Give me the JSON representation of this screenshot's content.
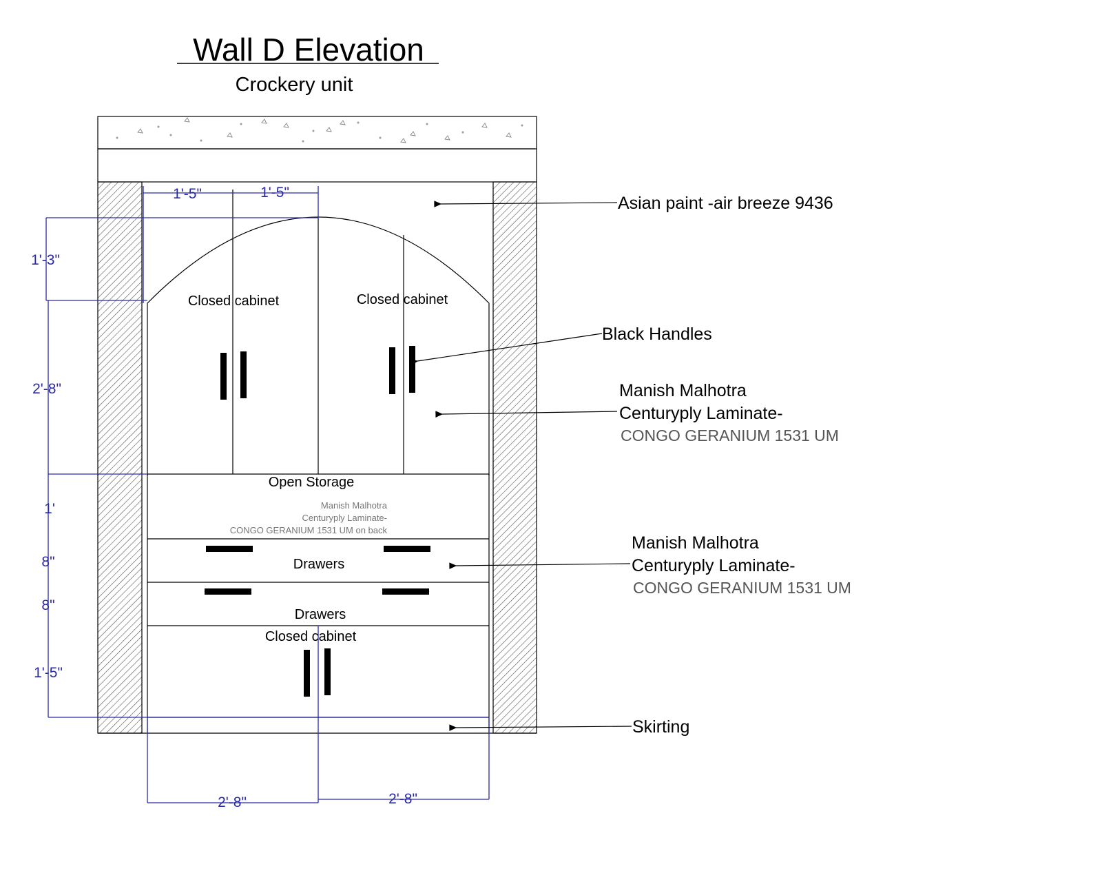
{
  "header": {
    "title": "Wall D Elevation",
    "subtitle": "Crockery unit"
  },
  "cabinet_labels": {
    "upper_left": "Closed cabinet",
    "upper_right": "Closed cabinet",
    "open_storage": "Open Storage",
    "open_note_1": "Manish Malhotra",
    "open_note_2": "Centuryply Laminate-",
    "open_note_3": "CONGO GERANIUM 1531 UM on back",
    "drawer_1": "Drawers",
    "drawer_2": "Drawers",
    "lower_cabinet": "Closed cabinet"
  },
  "dimensions": {
    "top_left": "1'-5\"",
    "top_right": "1'-5\"",
    "arch": "1'-3\"",
    "upper": "2'-8\"",
    "open": "1'",
    "drawer_1": "8\"",
    "drawer_2": "8\"",
    "lower": "1'-5\"",
    "bottom_left": "2'-8\"",
    "bottom_right": "2'-8\""
  },
  "callouts": {
    "paint": "Asian paint -air breeze 9436",
    "handles": "Black Handles",
    "laminate_1_line1": "Manish Malhotra",
    "laminate_1_line2": "Centuryply Laminate-",
    "laminate_1_line3": "CONGO GERANIUM 1531 UM",
    "laminate_2_line1": "Manish Malhotra",
    "laminate_2_line2": "Centuryply Laminate-",
    "laminate_2_line3": "CONGO GERANIUM 1531 UM",
    "skirting": "Skirting"
  },
  "colors": {
    "dimension": "#2a2aa8",
    "line": "#000000",
    "hatch": "#555555"
  }
}
